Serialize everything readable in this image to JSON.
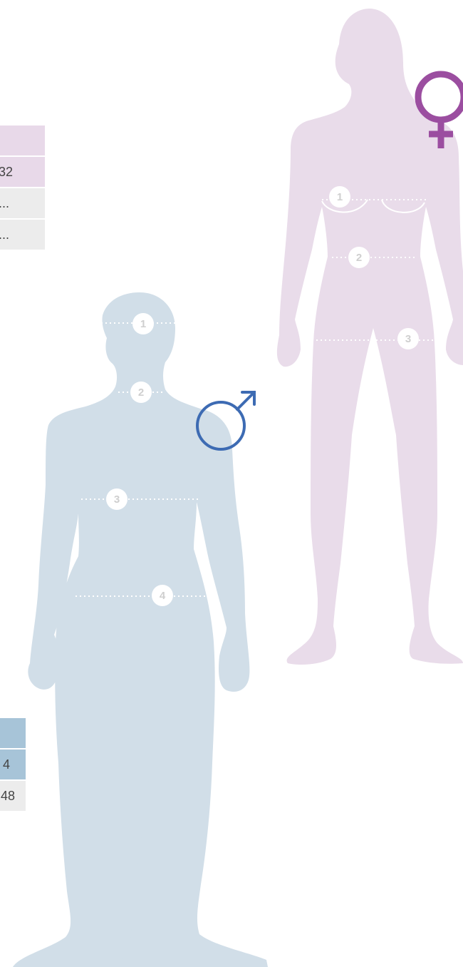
{
  "female_table": {
    "rows": [
      {
        "text": ""
      },
      {
        "text": "32"
      },
      {
        "text": "..."
      },
      {
        "text": "..."
      }
    ]
  },
  "male_table": {
    "rows": [
      {
        "text": ""
      },
      {
        "text": "4"
      },
      {
        "text": "48"
      }
    ]
  },
  "female_figure": {
    "markers": [
      "1",
      "2",
      "3"
    ],
    "symbol_icon": "venus-icon"
  },
  "male_figure": {
    "markers": [
      "1",
      "2",
      "3",
      "4"
    ],
    "symbol_icon": "mars-icon"
  },
  "colors": {
    "female_silhouette": "#e9dcea",
    "female_header": "#e8d9e9",
    "female_symbol": "#9b4ea0",
    "male_silhouette": "#d1dee8",
    "male_header": "#a7c4d8",
    "male_symbol": "#3d6bb3",
    "alt_row": "#ececec",
    "marker_circle": "#ffffff",
    "marker_text": "#cfcfcf"
  }
}
